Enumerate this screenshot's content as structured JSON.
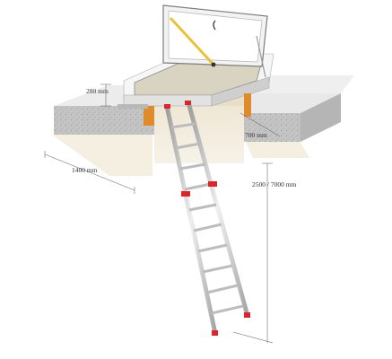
{
  "dimensions": {
    "curb_height": "280 mm",
    "opening_length": "1400 mm",
    "opening_width": "700 mm",
    "ceiling_height": "2500 / 7000 mm"
  },
  "colors": {
    "slab_top": "#e8e8e8",
    "slab_side": "#bdbdbd",
    "frame": "#d9d9d9",
    "ladder": "#c9c9c9",
    "hinge_accent": "#e08a2e",
    "ladder_joint": "#d8262a",
    "gas_strut": "#e7c33a",
    "ceiling_wood": "#efe6d4"
  }
}
